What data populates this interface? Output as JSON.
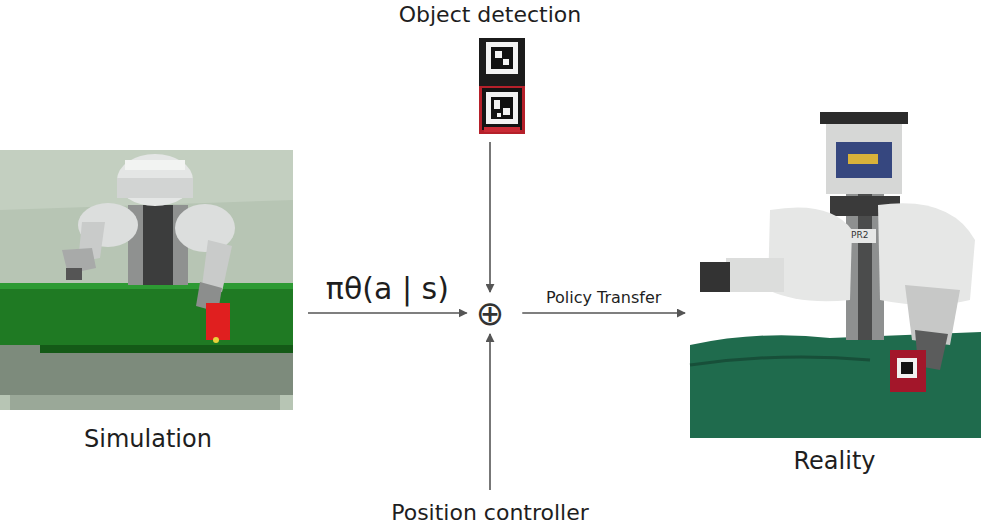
{
  "diagram": {
    "nodes": [
      {
        "text": [
          "Object detection"
        ]
      },
      {
        "text": [
          "Simulation"
        ]
      },
      {
        "text": [
          "⊕"
        ]
      },
      {
        "text": [
          "Reality"
        ]
      },
      {
        "text": [
          "Position controller"
        ]
      }
    ],
    "edges": [
      {
        "from": 0,
        "to": 2,
        "arrow": "to"
      },
      {
        "from": 1,
        "to": 2,
        "label": "πθ(a | s)",
        "arrow": "to"
      },
      {
        "from": 2,
        "to": 3,
        "label": "Policy Transfer",
        "arrow": "to"
      },
      {
        "from": 4,
        "to": 2,
        "arrow": "to"
      }
    ],
    "labels": [
      "PR2"
    ]
  }
}
